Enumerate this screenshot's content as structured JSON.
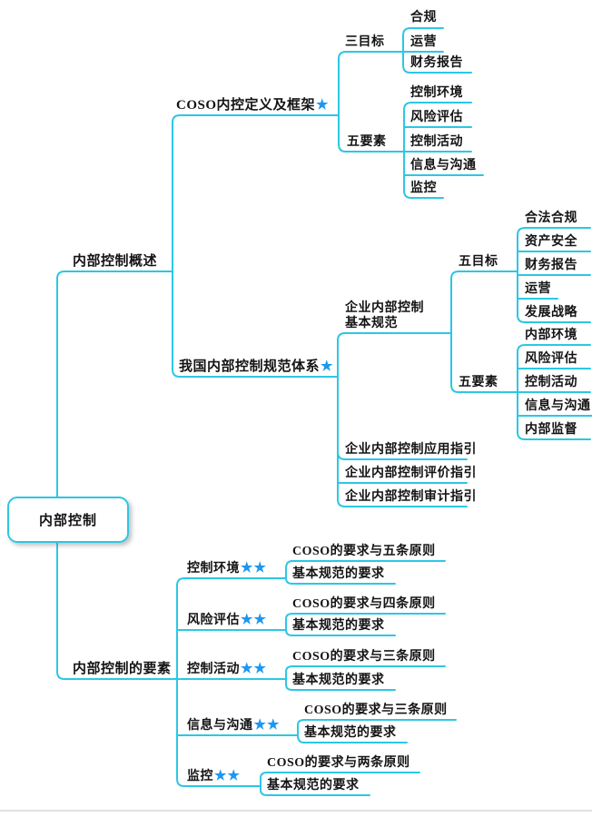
{
  "colors": {
    "line": "#2cc7e4",
    "star": "#1e97f0",
    "text": "#141414",
    "background": "#ffffff",
    "bottom_rule": "#d9d9d9"
  },
  "root": {
    "label": "内部控制"
  },
  "overview": {
    "label": "内部控制概述",
    "coso": {
      "label": "COSO内控定义及框架",
      "stars": "★",
      "objectives": {
        "label": "三目标",
        "items": [
          "合规",
          "运营",
          "财务报告"
        ]
      },
      "components": {
        "label": "五要素",
        "items": [
          "控制环境",
          "风险评估",
          "控制活动",
          "信息与沟通",
          "监控"
        ]
      }
    },
    "china": {
      "label": "我国内部控制规范体系",
      "stars": "★",
      "basic_norm": {
        "line1": "企业内部控制",
        "line2": "基本规范",
        "objectives": {
          "label": "五目标",
          "items": [
            "合法合规",
            "资产安全",
            "财务报告",
            "运营",
            "发展战略"
          ]
        },
        "components": {
          "label": "五要素",
          "items": [
            "内部环境",
            "风险评估",
            "控制活动",
            "信息与沟通",
            "内部监督"
          ]
        }
      },
      "guidelines": [
        "企业内部控制应用指引",
        "企业内部控制评价指引",
        "企业内部控制审计指引"
      ]
    }
  },
  "elements": {
    "label": "内部控制的要素",
    "items": [
      {
        "label": "控制环境",
        "stars": "★★",
        "children": [
          "COSO的要求与五条原则",
          "基本规范的要求"
        ]
      },
      {
        "label": "风险评估",
        "stars": "★★",
        "children": [
          "COSO的要求与四条原则",
          "基本规范的要求"
        ]
      },
      {
        "label": "控制活动",
        "stars": "★★",
        "children": [
          "COSO的要求与三条原则",
          "基本规范的要求"
        ]
      },
      {
        "label": "信息与沟通",
        "stars": "★★",
        "children": [
          "COSO的要求与三条原则",
          "基本规范的要求"
        ]
      },
      {
        "label": "监控",
        "stars": "★★",
        "children": [
          "COSO的要求与两条原则",
          "基本规范的要求"
        ]
      }
    ]
  }
}
